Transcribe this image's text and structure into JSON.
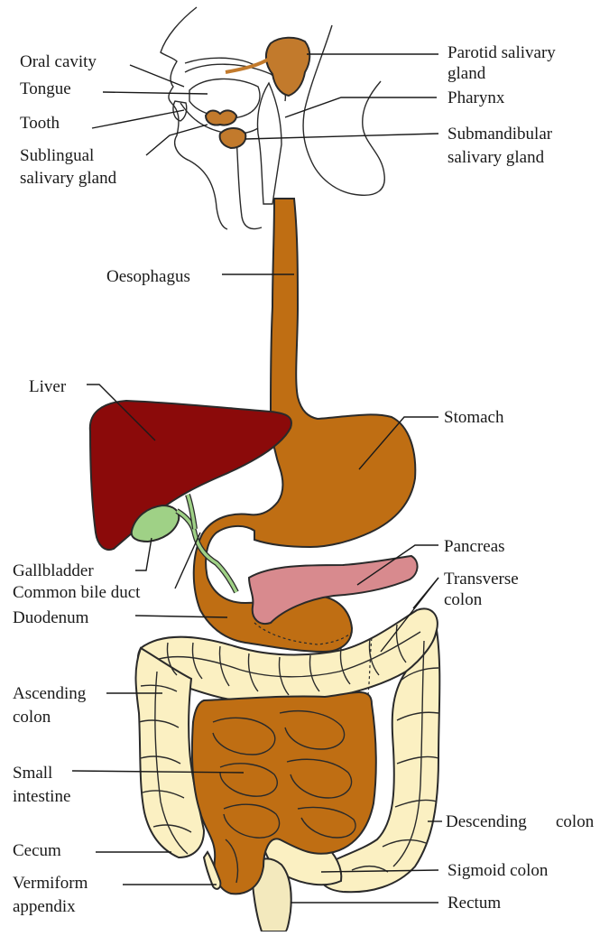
{
  "labels": {
    "oral_cavity": "Oral cavity",
    "tongue": "Tongue",
    "tooth": "Tooth",
    "sublingual_1": "Sublingual",
    "sublingual_2": "salivary gland",
    "parotid_1": "Parotid salivary",
    "parotid_2": "gland",
    "pharynx": "Pharynx",
    "submandibular_1": "Submandibular",
    "submandibular_2": "salivary gland",
    "oesophagus": "Oesophagus",
    "liver": "Liver",
    "stomach": "Stomach",
    "gallbladder": "Gallbladder",
    "common_bile_duct": "Common bile duct",
    "duodenum": "Duodenum",
    "pancreas": "Pancreas",
    "transverse_1": "Transverse",
    "transverse_2": "colon",
    "ascending_1": "Ascending",
    "ascending_2": "colon",
    "small_intestine_1": "Small",
    "small_intestine_2": "intestine",
    "descending_1": "Descending",
    "descending_2": "colon",
    "cecum": "Cecum",
    "appendix_1": "Vermiform",
    "appendix_2": "appendix",
    "sigmoid": "Sigmoid colon",
    "rectum": "Rectum"
  },
  "colors": {
    "gut": "#bf6e13",
    "liver": "#8b0a0a",
    "gallbladder": "#9fd186",
    "pancreas": "#d88a8e",
    "colon": "#fbf0c2",
    "gland": "#c27a2c",
    "rectum": "#f3e9bd"
  }
}
